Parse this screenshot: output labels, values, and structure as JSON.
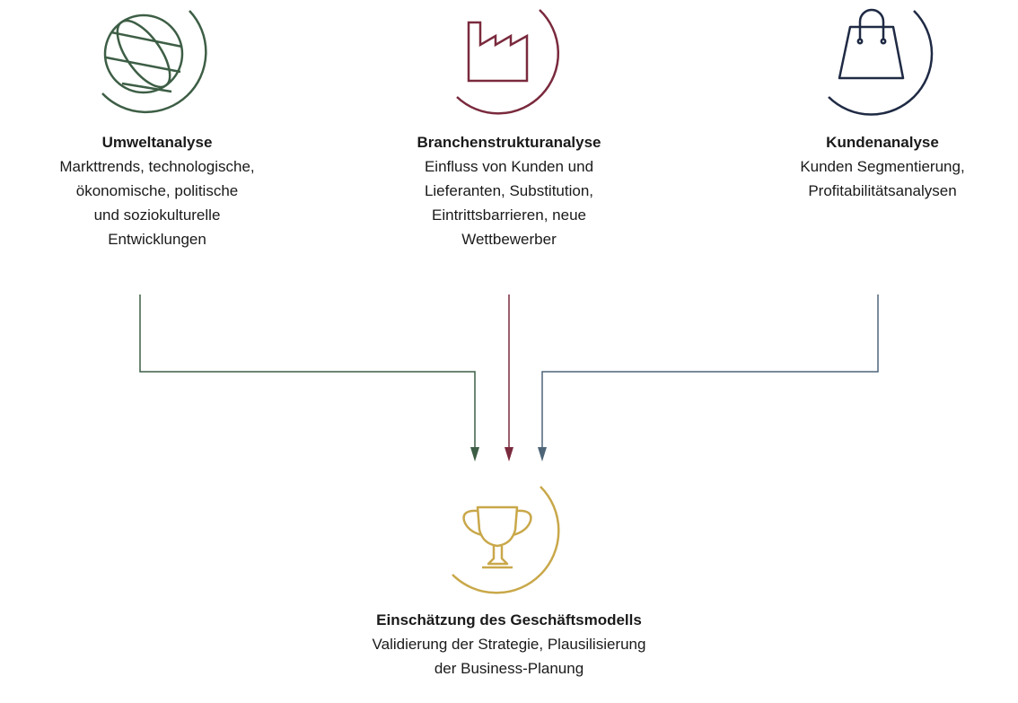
{
  "colors": {
    "green": "#3d5e45",
    "maroon": "#7a2a3d",
    "navy": "#1f2a44",
    "gold": "#c9a84a",
    "blue_gray": "#4e6578"
  },
  "nodes": {
    "umwelt": {
      "icon": "globe-icon",
      "title": "Umweltanalyse",
      "lines": [
        "Markttrends, technologische,",
        "ökonomische, politische",
        "und soziokulturelle",
        "Entwicklungen"
      ]
    },
    "branche": {
      "icon": "factory-icon",
      "title": "Branchenstrukturanalyse",
      "lines": [
        "Einfluss von Kunden und",
        "Lieferanten, Substitution,",
        "Eintrittsbarrieren, neue",
        "Wettbewerber"
      ]
    },
    "kunden": {
      "icon": "shopping-bag-icon",
      "title": "Kundenanalyse",
      "lines": [
        "Kunden Segmentierung,",
        "Profitabilitätsanalysen"
      ]
    },
    "modell": {
      "icon": "trophy-icon",
      "title": "Einschätzung des Geschäftsmodells",
      "lines": [
        "Validierung der Strategie, Plausilisierung",
        "der Business-Planung"
      ]
    }
  }
}
